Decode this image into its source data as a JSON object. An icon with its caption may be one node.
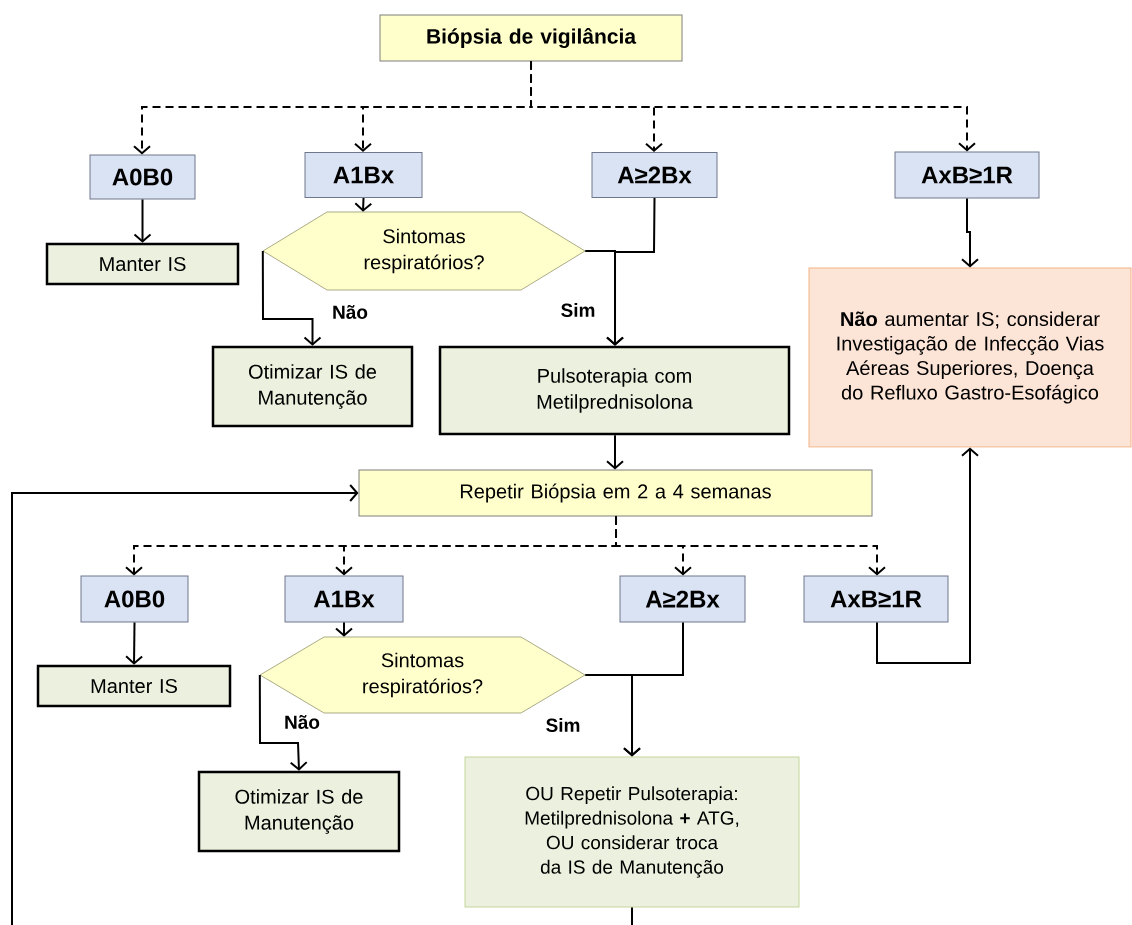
{
  "diagram": {
    "nodes": [
      {
        "text": [
          "Biópsia de vigilância"
        ]
      },
      {
        "text": [
          "A0B0"
        ]
      },
      {
        "text": [
          "A1Bx"
        ]
      },
      {
        "text": [
          "A≥2Bx"
        ]
      },
      {
        "text": [
          "AxB≥1R"
        ]
      },
      {
        "text": [
          "Manter IS"
        ]
      },
      {
        "text": [
          "Sintomas respiratórios?"
        ]
      },
      {
        "text": [
          "Otimizar IS de Manutenção"
        ]
      },
      {
        "text": [
          "Pulsoterapia com Metilprednisolona"
        ]
      },
      {
        "text": [
          "**Não** aumentar IS; considerar Investigação de Infecção Vias Aéreas Superiores, Doença do Refluxo Gastro-Esofágico"
        ]
      },
      {
        "text": [
          "Repetir Biópsia em 2 a 4 semanas"
        ]
      },
      {
        "text": [
          "A0B0"
        ]
      },
      {
        "text": [
          "A1Bx"
        ]
      },
      {
        "text": [
          "A≥2Bx"
        ]
      },
      {
        "text": [
          "AxB≥1R"
        ]
      },
      {
        "text": [
          "Manter IS"
        ]
      },
      {
        "text": [
          "Sintomas respiratórios?"
        ]
      },
      {
        "text": [
          "Otimizar IS de Manutenção"
        ]
      },
      {
        "text": [
          "OU Repetir Pulsoterapia: Metilprednisolona **+** ATG, OU considerar troca da IS de Manutenção"
        ]
      }
    ],
    "edges": [
      {
        "from": 0,
        "to": 1,
        "arrow": "to",
        "style": "dashed"
      },
      {
        "from": 0,
        "to": 2,
        "arrow": "to",
        "style": "dashed"
      },
      {
        "from": 0,
        "to": 3,
        "arrow": "to",
        "style": "dashed"
      },
      {
        "from": 0,
        "to": 4,
        "arrow": "to",
        "style": "dashed"
      },
      {
        "from": 1,
        "to": 5,
        "arrow": "to"
      },
      {
        "from": 2,
        "to": 6,
        "arrow": "to"
      },
      {
        "from": 6,
        "to": 7,
        "label": "Não",
        "arrow": "to"
      },
      {
        "from": 6,
        "to": 8,
        "label": "Sim",
        "arrow": "to"
      },
      {
        "from": 3,
        "to": 8,
        "arrow": "to"
      },
      {
        "from": 4,
        "to": 9,
        "arrow": "to"
      },
      {
        "from": 8,
        "to": 10,
        "arrow": "to"
      },
      {
        "from": 10,
        "to": 11,
        "arrow": "to",
        "style": "dashed"
      },
      {
        "from": 10,
        "to": 12,
        "arrow": "to",
        "style": "dashed"
      },
      {
        "from": 10,
        "to": 13,
        "arrow": "to",
        "style": "dashed"
      },
      {
        "from": 10,
        "to": 14,
        "arrow": "to",
        "style": "dashed"
      },
      {
        "from": 11,
        "to": 15,
        "arrow": "to"
      },
      {
        "from": 12,
        "to": 16,
        "arrow": "to"
      },
      {
        "from": 16,
        "to": 17,
        "label": "Não",
        "arrow": "to"
      },
      {
        "from": 16,
        "to": 18,
        "label": "Sim",
        "arrow": "to"
      },
      {
        "from": 13,
        "to": 18,
        "arrow": "to"
      },
      {
        "from": 14,
        "to": 9,
        "arrow": "to"
      },
      {
        "from": 18,
        "to": null,
        "arrow": "none"
      },
      {
        "from": null,
        "to": 10,
        "arrow": "to"
      }
    ]
  }
}
